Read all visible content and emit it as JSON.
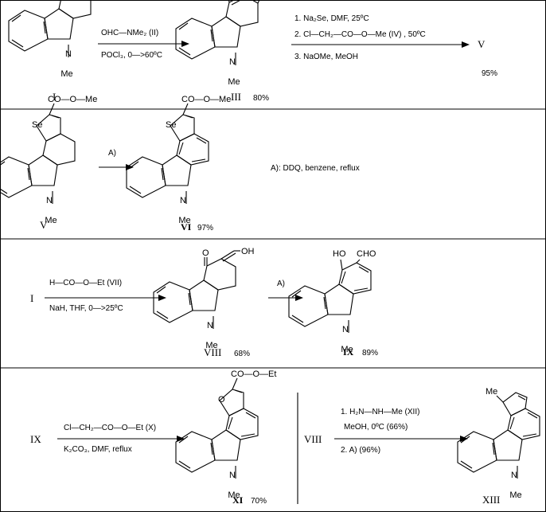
{
  "atoms": {
    "O": "O",
    "Me": "Me",
    "N": "N",
    "Cl": "Cl",
    "CHO": "CHO",
    "Se": "Se",
    "OH": "OH",
    "HO": "HO",
    "ester_me": "CO—O—Me",
    "ester_et": "CO—O—Et",
    "n_me_pyrazole": "Me"
  },
  "compounds": {
    "I": "I",
    "III": "III",
    "V": "V",
    "VI": "VI",
    "VIII": "VIII",
    "IX": "IX",
    "XI": "XI",
    "XIII": "XIII"
  },
  "yields": {
    "III": "80%",
    "V": "95%",
    "VI": "97%",
    "VIII": "68%",
    "IX": "89%",
    "XI": "70%"
  },
  "reactions": [
    {
      "id": "r1",
      "from": "I",
      "to": "III",
      "above": [
        "OHC—NMe₂   (II)"
      ],
      "below": [
        "POCl₃,  0—>60ºC"
      ]
    },
    {
      "id": "r2",
      "from": "III",
      "to": "V",
      "above": [
        "1. Na₂Se, DMF,  25ºC",
        "2. Cl—CH₂—CO—O—Me   (IV) ,  50ºC"
      ],
      "below": [
        "3. NaOMe,  MeOH"
      ]
    },
    {
      "id": "r3",
      "from": "V",
      "to": "VI",
      "above": [
        "A)"
      ],
      "below": []
    },
    {
      "id": "r4",
      "from": "I",
      "to": "VIII",
      "above": [
        "H—CO—O—Et   (VII)"
      ],
      "below": [
        "NaH,  THF,  0—>25ºC"
      ]
    },
    {
      "id": "r5",
      "from": "VIII",
      "to": "IX",
      "above": [
        "A)"
      ],
      "below": []
    },
    {
      "id": "r6",
      "from": "IX",
      "to": "XI",
      "above": [
        "Cl—CH₂—CO—O—Et   (X)"
      ],
      "below": [
        "K₂CO₃,  DMF,  reflux"
      ]
    },
    {
      "id": "r7",
      "from": "VIII",
      "to": "XIII",
      "above": [
        "1.  H₂N—NH—Me   (XII)",
        "MeOH,  0ºC (66%)"
      ],
      "below": [
        "2. A)  (96%)"
      ]
    }
  ],
  "condition_note": "A):  DDQ,  benzene,  reflux"
}
